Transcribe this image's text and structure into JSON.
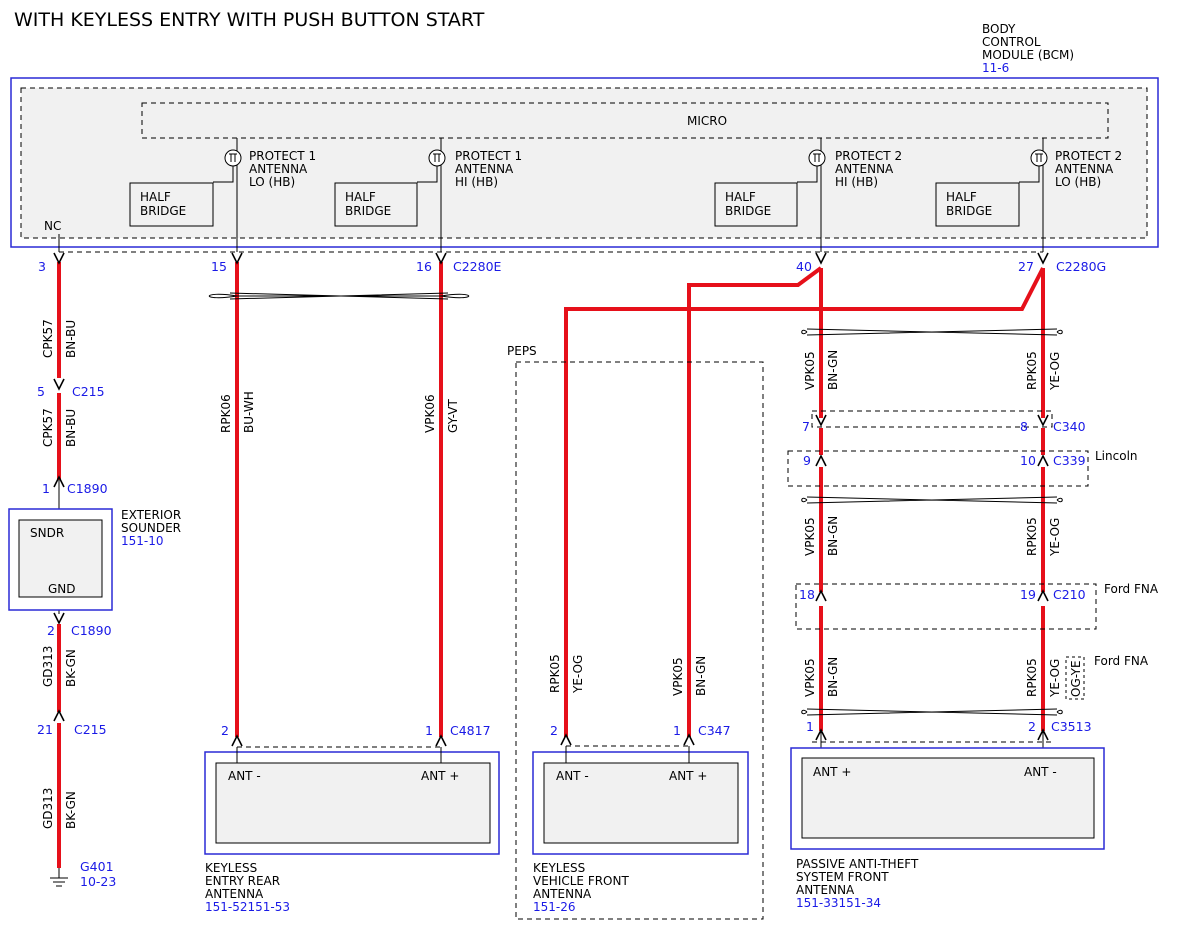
{
  "title": "WITH KEYLESS ENTRY WITH PUSH BUTTON START",
  "bcm": {
    "name_lines": [
      "BODY",
      "CONTROL",
      "MODULE (BCM)"
    ],
    "ref": "11-6",
    "micro": "MICRO",
    "nc": "NC",
    "protect_lo_1": [
      "PROTECT 1",
      "ANTENNA",
      "LO (HB)"
    ],
    "protect_hi_1": [
      "PROTECT 1",
      "ANTENNA",
      "HI (HB)"
    ],
    "protect_hi_2": [
      "PROTECT 2",
      "ANTENNA",
      "HI (HB)"
    ],
    "protect_lo_2": [
      "PROTECT 2",
      "ANTENNA",
      "LO (HB)"
    ],
    "half_bridge": [
      "HALF",
      "BRIDGE"
    ]
  },
  "pins": {
    "p3": "3",
    "p15": "15",
    "p16": "16",
    "c2280e": "C2280E",
    "p40": "40",
    "p27": "27",
    "c2280g": "C2280G",
    "p5": "5",
    "c215a": "C215",
    "p1": "1",
    "c1890a": "C1890",
    "p2": "2",
    "c1890b": "C1890",
    "p21": "21",
    "c215b": "C215",
    "g401": "G401",
    "g401_ref": "10-23",
    "p7": "7",
    "p8": "8",
    "c340": "C340",
    "p9": "9",
    "p10": "10",
    "c339": "C339",
    "p18": "18",
    "p19": "19",
    "c210": "C210",
    "p1c": "1",
    "p2c": "2",
    "c3513": "C3513",
    "p2a": "2",
    "p1a": "1",
    "c4817": "C4817",
    "p2b": "2",
    "p1b": "1",
    "c347": "C347"
  },
  "wires": {
    "cpk57": "CPK57",
    "bnbu": "BN-BU",
    "gd313": "GD313",
    "bkgn": "BK-GN",
    "rpk06": "RPK06",
    "buwh": "BU-WH",
    "vpk06": "VPK06",
    "gyvt": "GY-VT",
    "rpk05": "RPK05",
    "yeog": "YE-OG",
    "vpk05": "VPK05",
    "bngn": "BN-GN",
    "ogye": "OG-YE"
  },
  "notes": {
    "lincoln": "Lincoln",
    "ford_fna_1": "Ford FNA",
    "ford_fna_2": "Ford FNA",
    "peps": "PEPS"
  },
  "components": {
    "sounder": {
      "lines": [
        "EXTERIOR",
        "SOUNDER"
      ],
      "ref": "151-10",
      "sndr": "SNDR",
      "gnd": "GND"
    },
    "rear_antenna": {
      "lines": [
        "KEYLESS",
        "ENTRY REAR",
        "ANTENNA"
      ],
      "ref": "151-52151-53",
      "ant_minus": "ANT -",
      "ant_plus": "ANT +"
    },
    "front_antenna": {
      "lines": [
        "KEYLESS",
        "VEHICLE FRONT",
        "ANTENNA"
      ],
      "ref": "151-26",
      "ant_minus": "ANT -",
      "ant_plus": "ANT +"
    },
    "pats_antenna": {
      "lines": [
        "PASSIVE ANTI-THEFT",
        "SYSTEM FRONT",
        "ANTENNA"
      ],
      "ref": "151-33151-34",
      "ant_plus": "ANT +",
      "ant_minus": "ANT -"
    }
  },
  "colors": {
    "wire": "#e6101a",
    "ref": "#1a1ae6",
    "box": "#2a2ad6"
  }
}
